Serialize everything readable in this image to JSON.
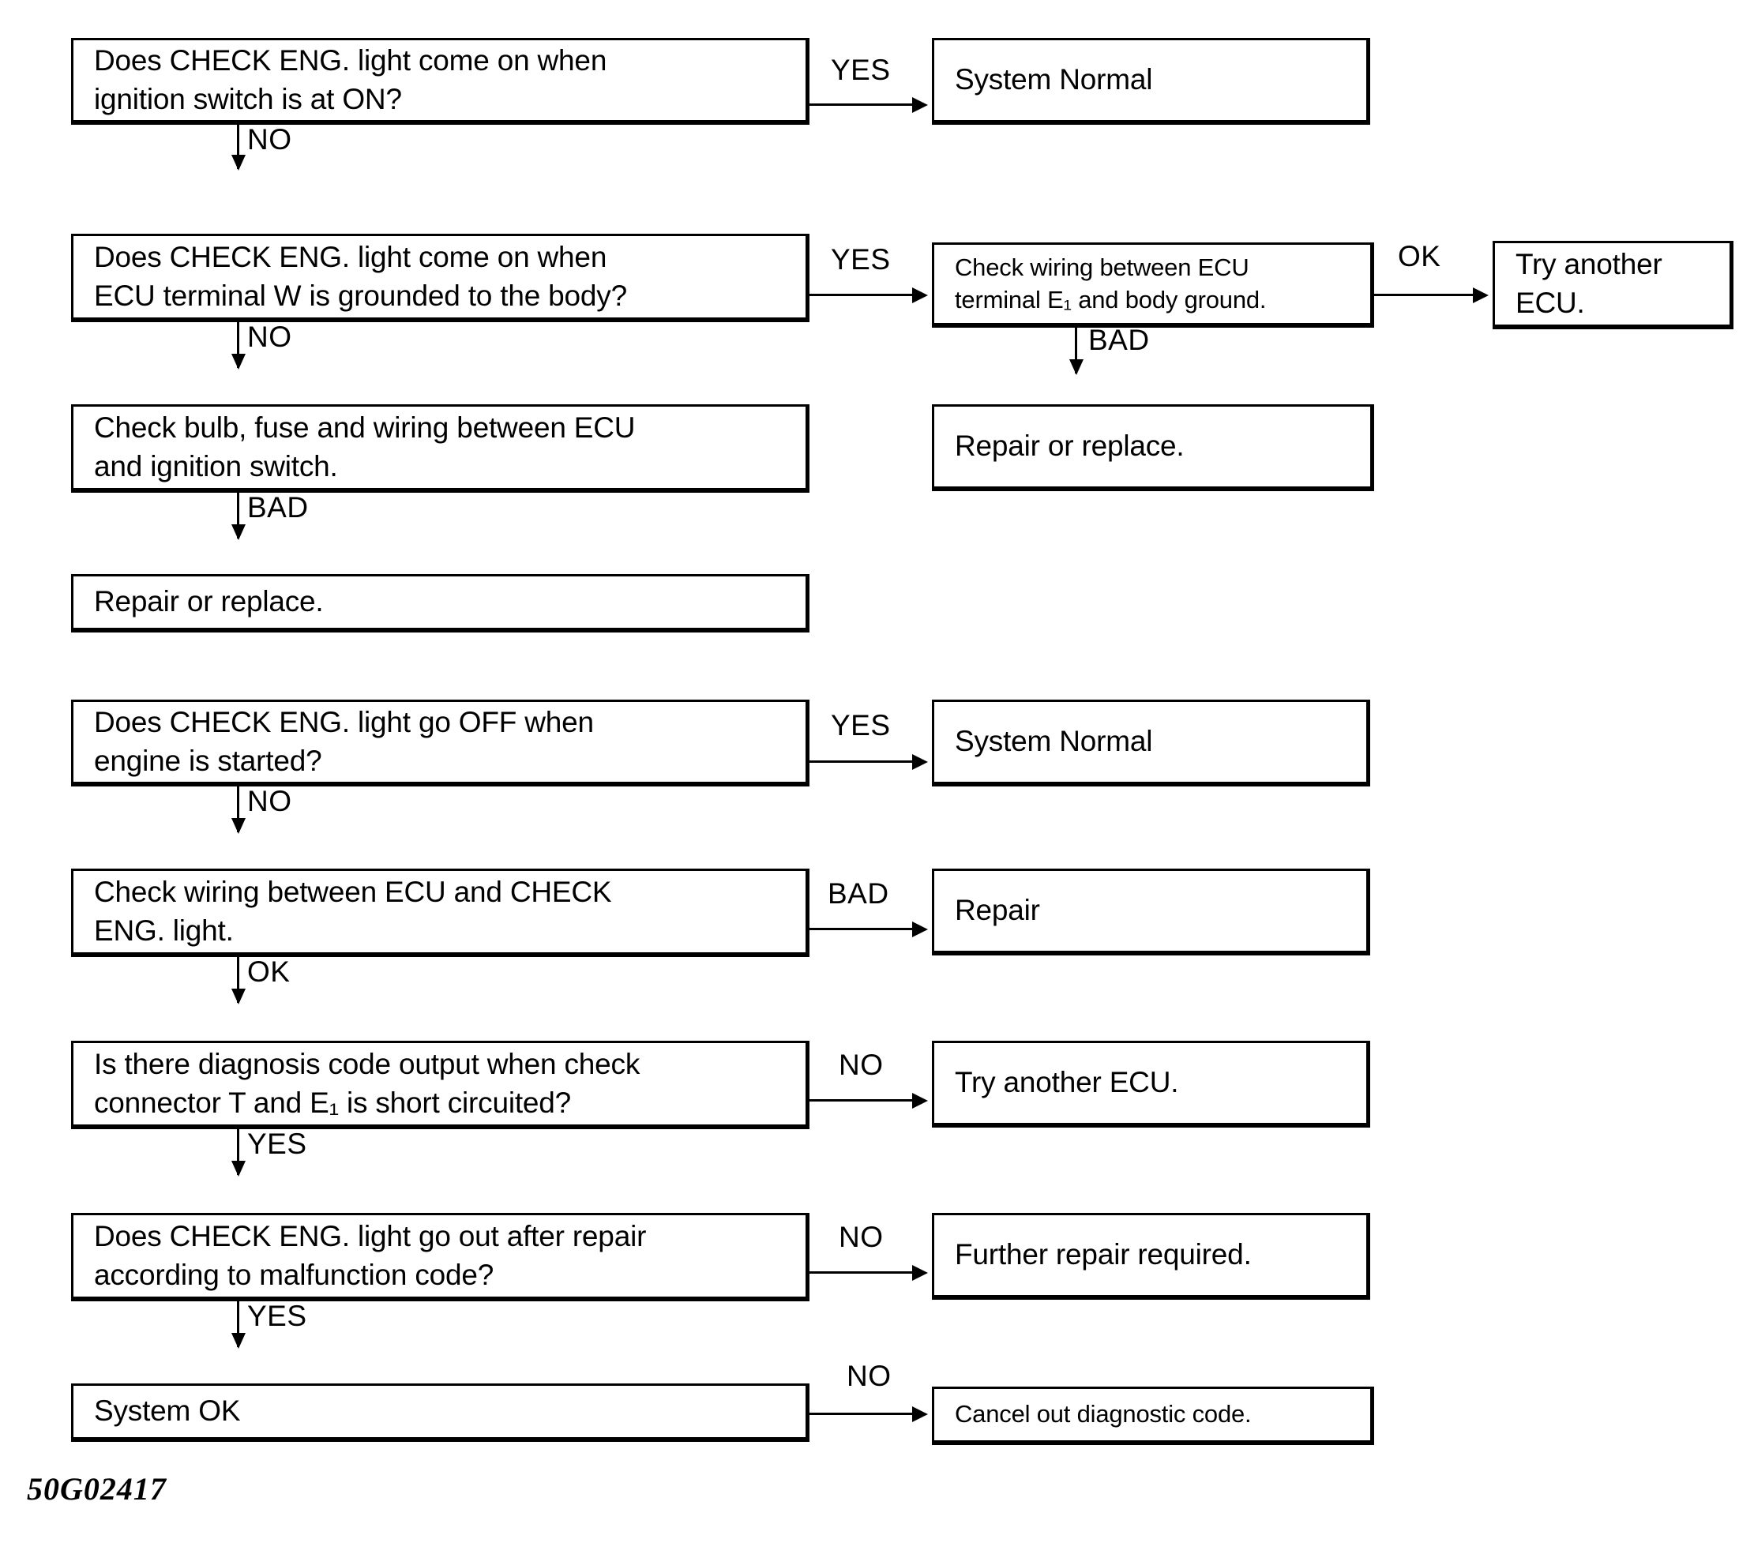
{
  "figure": {
    "code": "50G02417",
    "title_boxes_count": 16
  },
  "flow": {
    "section_a": {
      "nodes": [
        {
          "id": "a1",
          "text": "Does CHECK ENG. light come on when\nignition switch is at ON?"
        },
        {
          "id": "a2",
          "text": "System Normal"
        },
        {
          "id": "a3",
          "text": "Does CHECK ENG. light come on when\nECU terminal W is grounded to the body?"
        },
        {
          "id": "a4",
          "text": "Check wiring between ECU\nterminal E₁ and body ground."
        },
        {
          "id": "a5",
          "text": "Try another\nECU."
        },
        {
          "id": "a6",
          "text": "Check bulb, fuse and wiring between ECU\nand ignition switch."
        },
        {
          "id": "a7",
          "text": "Repair or replace."
        },
        {
          "id": "a8",
          "text": "Repair or replace."
        }
      ],
      "edges": [
        {
          "from": "a1",
          "to": "a2",
          "label": "YES"
        },
        {
          "from": "a1",
          "to": "a3",
          "label": "NO"
        },
        {
          "from": "a3",
          "to": "a4",
          "label": "YES"
        },
        {
          "from": "a3",
          "to": "a6",
          "label": "NO"
        },
        {
          "from": "a4",
          "to": "a5",
          "label": "OK"
        },
        {
          "from": "a4",
          "to": "a8",
          "label": "BAD"
        },
        {
          "from": "a6",
          "to": "a7",
          "label": "BAD"
        }
      ]
    },
    "section_b": {
      "nodes": [
        {
          "id": "b1",
          "text": "Does CHECK ENG. light go OFF when\nengine is started?"
        },
        {
          "id": "b2",
          "text": "System Normal"
        },
        {
          "id": "b3",
          "text": "Check wiring between ECU and CHECK\nENG. light."
        },
        {
          "id": "b4",
          "text": "Repair"
        },
        {
          "id": "b5",
          "text": "Is there diagnosis code output when check\nconnector T and E₁  is short circuited?"
        },
        {
          "id": "b6",
          "text": "Try another ECU."
        },
        {
          "id": "b7",
          "text": "Does CHECK ENG. light go out after repair\naccording to malfunction code?"
        },
        {
          "id": "b8",
          "text": "Further repair required."
        },
        {
          "id": "b9",
          "text": "System OK"
        },
        {
          "id": "b10",
          "text": "Cancel out diagnostic code."
        }
      ],
      "edges": [
        {
          "from": "b1",
          "to": "b2",
          "label": "YES"
        },
        {
          "from": "b1",
          "to": "b3",
          "label": "NO"
        },
        {
          "from": "b3",
          "to": "b4",
          "label": "BAD"
        },
        {
          "from": "b3",
          "to": "b5",
          "label": "OK"
        },
        {
          "from": "b5",
          "to": "b6",
          "label": "NO"
        },
        {
          "from": "b5",
          "to": "b7",
          "label": "YES"
        },
        {
          "from": "b7",
          "to": "b8",
          "label": "NO"
        },
        {
          "from": "b7",
          "to": "b9",
          "label": "YES"
        },
        {
          "from": "b9",
          "to": "b10",
          "label": "NO"
        }
      ]
    }
  },
  "labels": {
    "yes": "YES",
    "no": "NO",
    "ok": "OK",
    "bad": "BAD"
  },
  "colors": {
    "ink": "#000000",
    "paper": "#ffffff"
  }
}
